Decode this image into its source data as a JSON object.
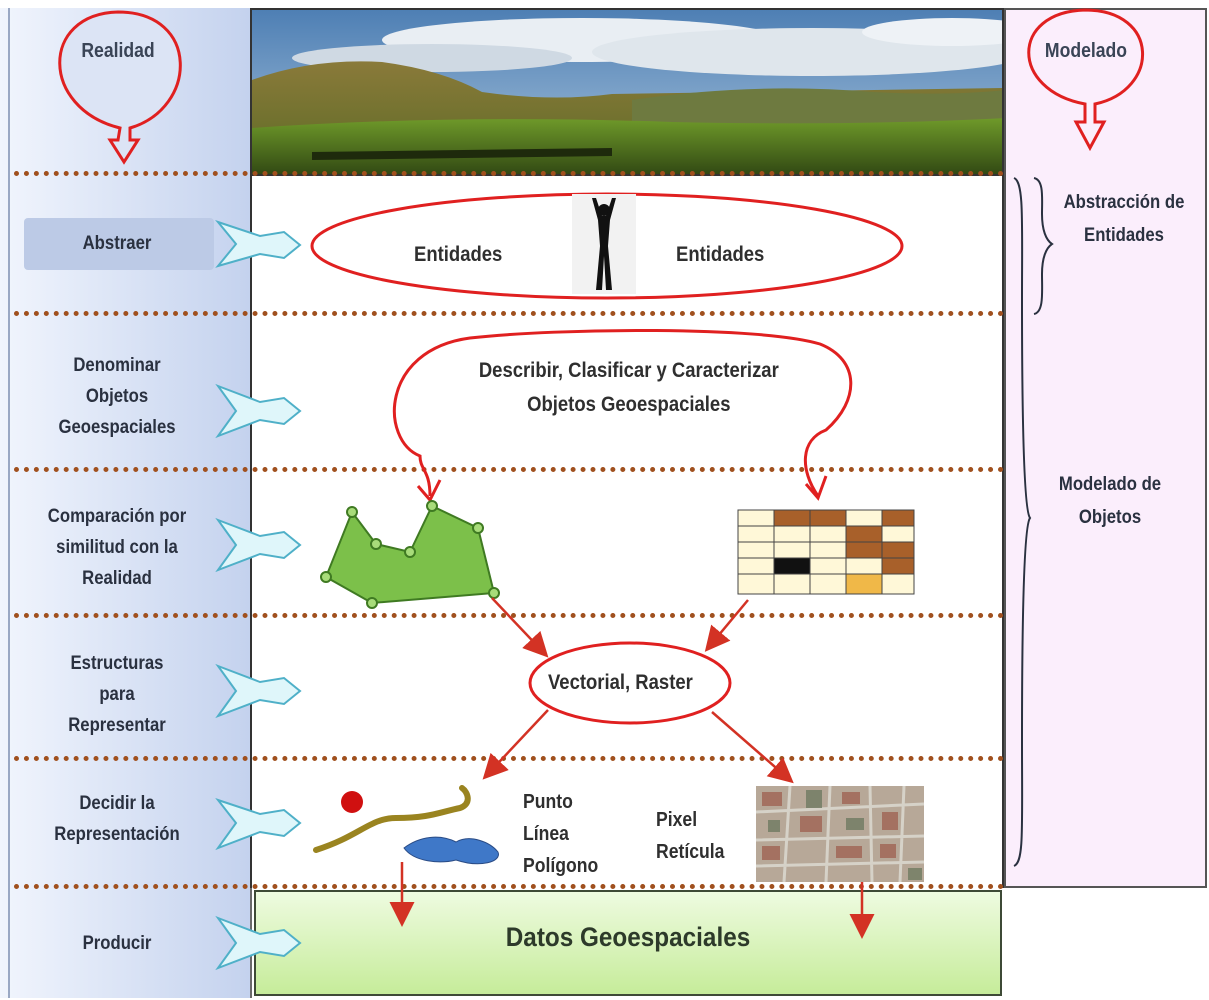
{
  "header": {
    "left_callout": "Realidad",
    "right_callout": "Modelado"
  },
  "steps": [
    {
      "label_lines": [
        "Abstraer"
      ]
    },
    {
      "label_lines": [
        "Denominar",
        "Objetos",
        "Geoespaciales"
      ]
    },
    {
      "label_lines": [
        "Comparación por",
        "similitud con la",
        "Realidad"
      ]
    },
    {
      "label_lines": [
        "Estructuras",
        "para",
        "Representar"
      ]
    },
    {
      "label_lines": [
        "Decidir la",
        "Representación"
      ]
    },
    {
      "label_lines": [
        "Producir"
      ]
    }
  ],
  "center": {
    "entities_left": "Entidades",
    "entities_right": "Entidades",
    "describe_lines": [
      "Describir, Clasificar y Caracterizar",
      "Objetos Geoespaciales"
    ],
    "structures": "Vectorial, Raster",
    "vector_types": [
      "Punto",
      "Línea",
      "Polígono"
    ],
    "raster_types": [
      "Pixel",
      "Retícula"
    ],
    "output": "Datos Geoespaciales"
  },
  "right_panel": {
    "abstraction_lines": [
      "Abstracción de",
      "Entidades"
    ],
    "modeling_lines": [
      "Modelado de",
      "Objetos"
    ]
  },
  "colors": {
    "left_panel": "#c8d4ee",
    "right_panel": "#fbeefc",
    "callout_outline": "#e02020",
    "arrow_fill": "#dff6fa",
    "arrow_outline": "#4fb0c8",
    "separator": "#a0501e",
    "polygon_fill": "#7cc04a",
    "output_band": "#c6ec9a"
  }
}
